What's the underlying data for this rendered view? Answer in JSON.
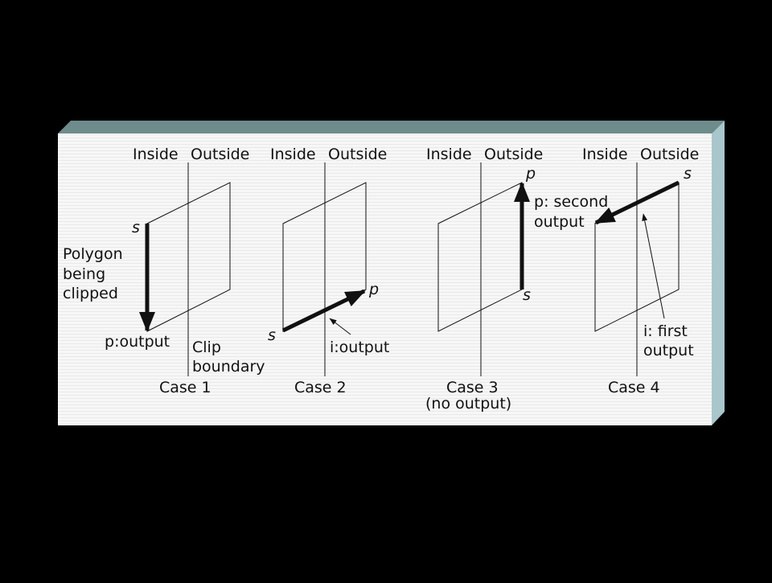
{
  "colors": {
    "background": "#000000",
    "panel": "#f7f7f7",
    "panel_stripe": "#e9e9e9",
    "bevel_top": "#6f8c8c",
    "bevel_right": "#a8c6cb",
    "ink": "#111111"
  },
  "cases": [
    {
      "header_inside": "Inside",
      "header_outside": "Outside",
      "caption": "Case 1",
      "labels": {
        "s": "s",
        "p": "p",
        "p_suffix": ":output",
        "polygon_line1": "Polygon",
        "polygon_line2": "being",
        "polygon_line3": "clipped",
        "clip_line1": "Clip",
        "clip_line2": "boundary"
      }
    },
    {
      "header_inside": "Inside",
      "header_outside": "Outside",
      "caption": "Case 2",
      "labels": {
        "s": "s",
        "p": "p",
        "i": "i",
        "i_suffix": ":output"
      }
    },
    {
      "header_inside": "Inside",
      "header_outside": "Outside",
      "caption": "Case 3",
      "subcaption": "(no output)",
      "labels": {
        "s": "s",
        "p": "p"
      }
    },
    {
      "header_inside": "Inside",
      "header_outside": "Outside",
      "caption": "Case 4",
      "labels": {
        "s": "s",
        "p": "p",
        "p_suffix": ": second",
        "p_line2": "output",
        "i": "i",
        "i_suffix": ": first",
        "i_line2": "output"
      }
    }
  ]
}
